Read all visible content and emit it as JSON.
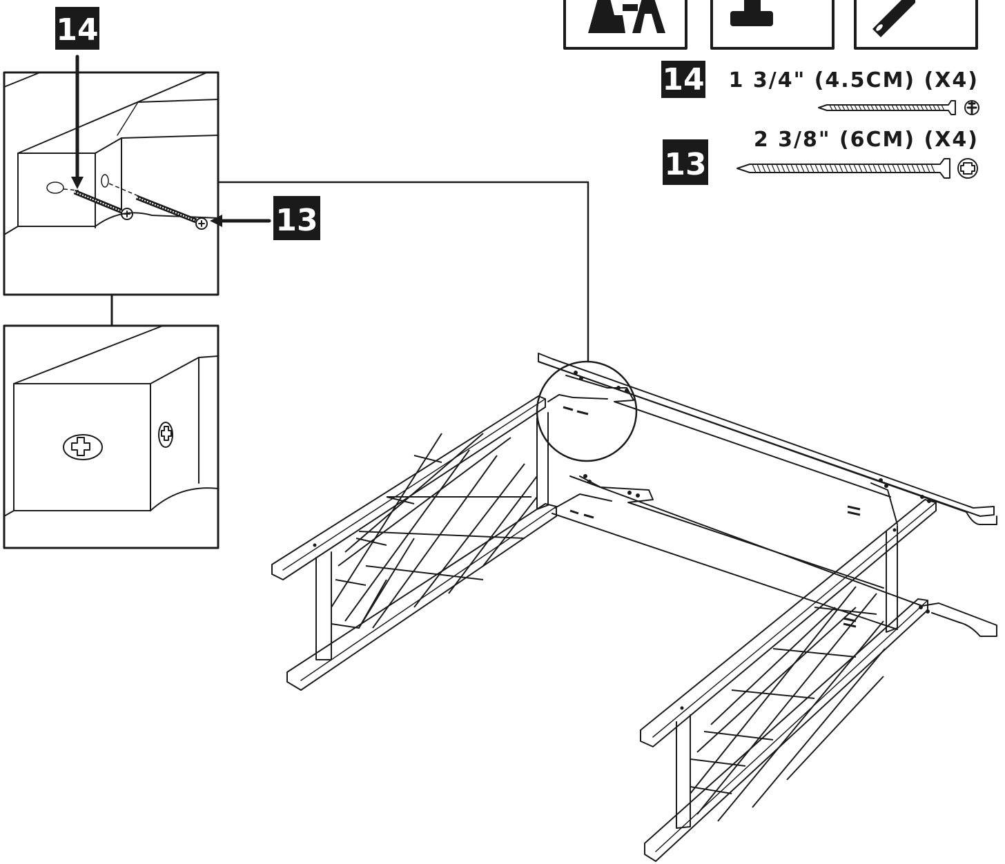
{
  "callouts": {
    "detail_screw_top": "14",
    "detail_screw_side": "13"
  },
  "hardware": [
    {
      "tag": "14",
      "spec": "1 3/4\" (4.5CM) (X4)",
      "icon": "short-screw-icon"
    },
    {
      "tag": "13",
      "spec": "2 3/8\" (6CM) (X4)",
      "icon": "long-screw-icon"
    }
  ],
  "tools": [
    {
      "icon": "two-person-assembly-icon"
    },
    {
      "icon": "drill-icon"
    },
    {
      "icon": "screwdriver-icon"
    }
  ],
  "colors": {
    "ink": "#1a1a1a",
    "tag_bg": "#1a1a1a",
    "tag_fg": "#ffffff"
  }
}
